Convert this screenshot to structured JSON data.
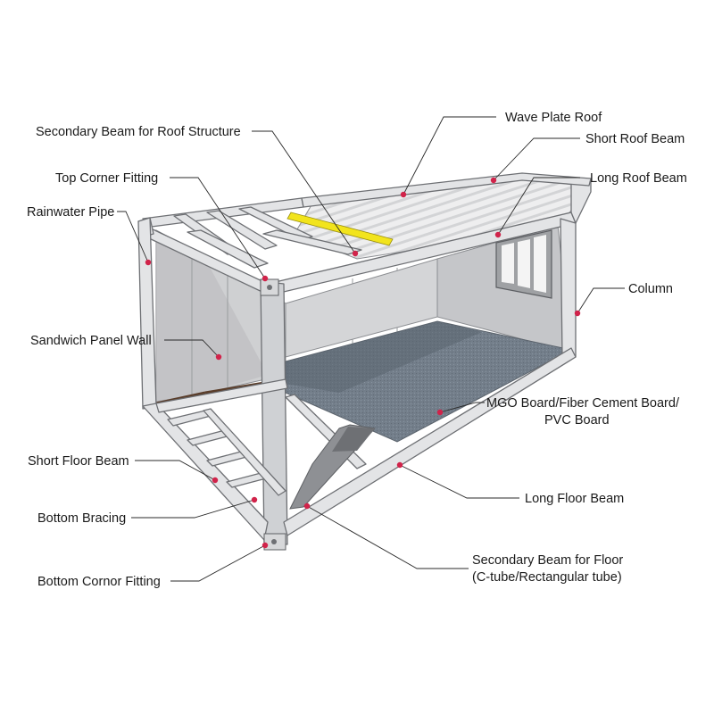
{
  "labels": {
    "wave_plate_roof": "Wave Plate Roof",
    "short_roof_beam": "Short Roof Beam",
    "long_roof_beam": "Long Roof Beam",
    "secondary_beam_roof": "Secondary Beam for Roof Structure",
    "top_corner_fitting": "Top Corner Fitting",
    "rainwater_pipe": "Rainwater Pipe",
    "column": "Column",
    "sandwich_panel_wall": "Sandwich Panel Wall",
    "mgo_board_line1": "MGO Board/Fiber Cement Board/",
    "mgo_board_line2": "PVC Board",
    "short_floor_beam": "Short Floor Beam",
    "long_floor_beam": "Long Floor Beam",
    "bottom_bracing": "Bottom Bracing",
    "secondary_beam_floor_line1": "Secondary Beam for Floor",
    "secondary_beam_floor_line2": "(C-tube/Rectangular tube)",
    "bottom_corner_fitting": "Bottom Cornor Fitting"
  },
  "colors": {
    "marker": "#d1234a",
    "leader_line": "#2a2a2a",
    "frame": "#e3e4e6",
    "floor": "#6f7a86",
    "roof": "#eceded",
    "wall": "#c9cacc"
  }
}
